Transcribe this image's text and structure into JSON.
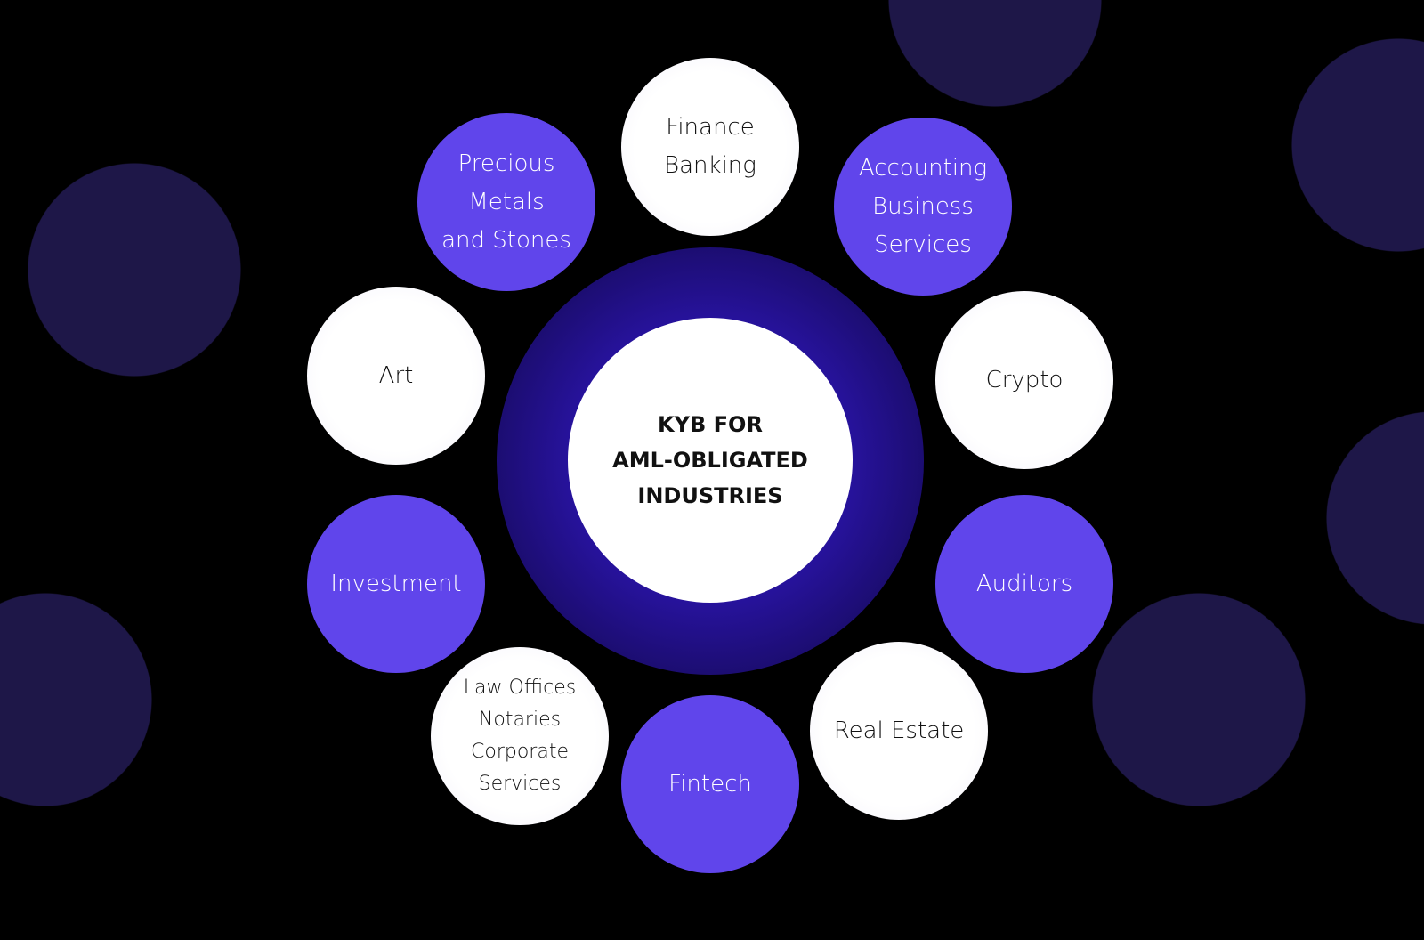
{
  "center_title": "KYB FOR\nAML-OBLIGATED\nINDUSTRIES",
  "industries": [
    {
      "label": "Finance\nBanking",
      "color": "white"
    },
    {
      "label": "Accounting\nBusiness\nServices",
      "color": "purple"
    },
    {
      "label": "Crypto",
      "color": "white"
    },
    {
      "label": "Auditors",
      "color": "purple"
    },
    {
      "label": "Real Estate",
      "color": "white"
    },
    {
      "label": "Fintech",
      "color": "purple"
    },
    {
      "label": "Law Offices\nNotaries\nCorporate\nServices",
      "color": "white"
    },
    {
      "label": "Investment",
      "color": "purple"
    },
    {
      "label": "Art",
      "color": "white"
    },
    {
      "label": "Precious\nMetals\nand Stones",
      "color": "purple"
    }
  ],
  "colors": {
    "accent": "#6045eb",
    "background": "#000000",
    "decor": "#1e1748"
  }
}
